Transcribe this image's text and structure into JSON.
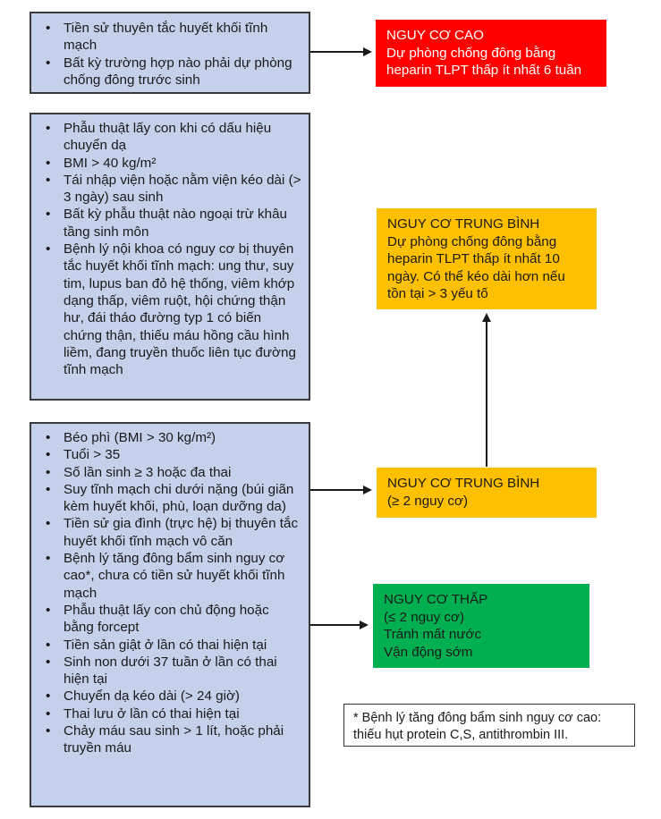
{
  "box1": {
    "items": [
      "Tiền sử thuyên tắc huyết khối tĩnh mạch",
      "Bất kỳ trường hợp nào phải dự phòng chống đông trước sinh"
    ]
  },
  "box2": {
    "items": [
      "Phẫu thuật lấy con khi có dấu hiệu chuyển dạ",
      "BMI > 40 kg/m²",
      "Tái nhập viện hoặc nằm viện kéo dài (> 3 ngày) sau sinh",
      "Bất kỳ phẫu thuật nào ngoại trừ khâu tầng sinh môn",
      "Bệnh lý nội khoa có nguy cơ bị thuyên tắc huyết khối tĩnh mạch: ung thư, suy tim, lupus ban đỏ hệ thống, viêm khớp dạng thấp, viêm ruột, hội chứng thận hư, đái tháo đường typ 1 có biến chứng thận, thiếu máu hồng cầu hình liềm, đang truyền thuốc liên tục đường tĩnh mạch"
    ]
  },
  "box3": {
    "items": [
      "Béo phì (BMI > 30 kg/m²)",
      "Tuổi > 35",
      "Số lần sinh ≥ 3 hoặc đa thai",
      "Suy tĩnh mạch chi dưới nặng (búi giãn kèm huyết khối, phù, loạn dưỡng da)",
      "Tiền sử gia đình (trực hệ) bị thuyên tắc huyết khối tĩnh mạch vô căn",
      "Bệnh lý tăng đông bẩm sinh nguy cơ cao*, chưa có tiền sử huyết khối tĩnh mạch",
      "Phẫu thuật lấy con chủ động hoặc bằng forcept",
      "Tiền sản giật ở lần có thai hiện tại",
      "Sinh non dưới 37 tuần ở lần có thai hiện tại",
      "Chuyển dạ kéo dài (> 24 giờ)",
      "Thai lưu ở lần có thai hiện tại",
      "Chảy máu sau sinh > 1 lít, hoặc phải truyền máu"
    ]
  },
  "risk_high": {
    "title": "NGUY CƠ CAO",
    "text": "Dự phòng chống đông bằng heparin TLPT thấp ít nhất 6 tuần",
    "color": "#ff0000"
  },
  "risk_medium_1": {
    "title": "NGUY CƠ TRUNG BÌNH",
    "text": "Dự phòng chống đông bằng heparin TLPT thấp ít nhất 10 ngày. Có thể kéo dài hơn  nếu tồn tại > 3 yếu tố",
    "color": "#ffc000"
  },
  "risk_medium_2": {
    "title": "NGUY CƠ TRUNG BÌNH",
    "text": "(≥ 2 nguy cơ)",
    "color": "#ffc000"
  },
  "risk_low": {
    "title": "NGUY CƠ THẤP",
    "lines": [
      "(≤ 2 nguy cơ)",
      "Tránh mất nước",
      "Vận động sớm"
    ],
    "color": "#00b050"
  },
  "footnote": "* Bệnh lý tăng đông bẩm sinh nguy cơ cao: thiếu hụt protein C,S, antithrombin III.",
  "colors": {
    "factor_box": "#c5d0ea",
    "border": "#3a3a3a"
  }
}
